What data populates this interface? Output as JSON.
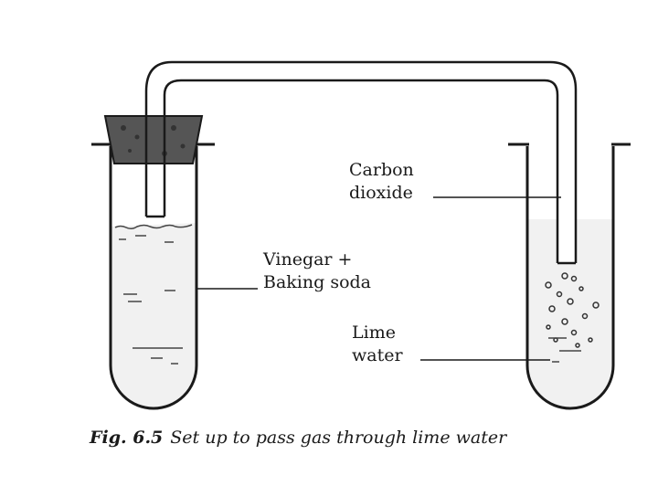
{
  "labels": {
    "carbon_dioxide_line1": "Carbon",
    "carbon_dioxide_line2": "dioxide",
    "mixture_line1": "Vinegar +",
    "mixture_line2": "Baking soda",
    "lime_water_line1": "Lime",
    "lime_water_line2": "water"
  },
  "caption": {
    "figure_number": "Fig. 6.5",
    "text": "Set up to pass gas through lime water"
  },
  "colors": {
    "outline": "#1a1a1a",
    "stopper": "#555555",
    "liquid": "#f1f1f1",
    "background": "#ffffff"
  }
}
